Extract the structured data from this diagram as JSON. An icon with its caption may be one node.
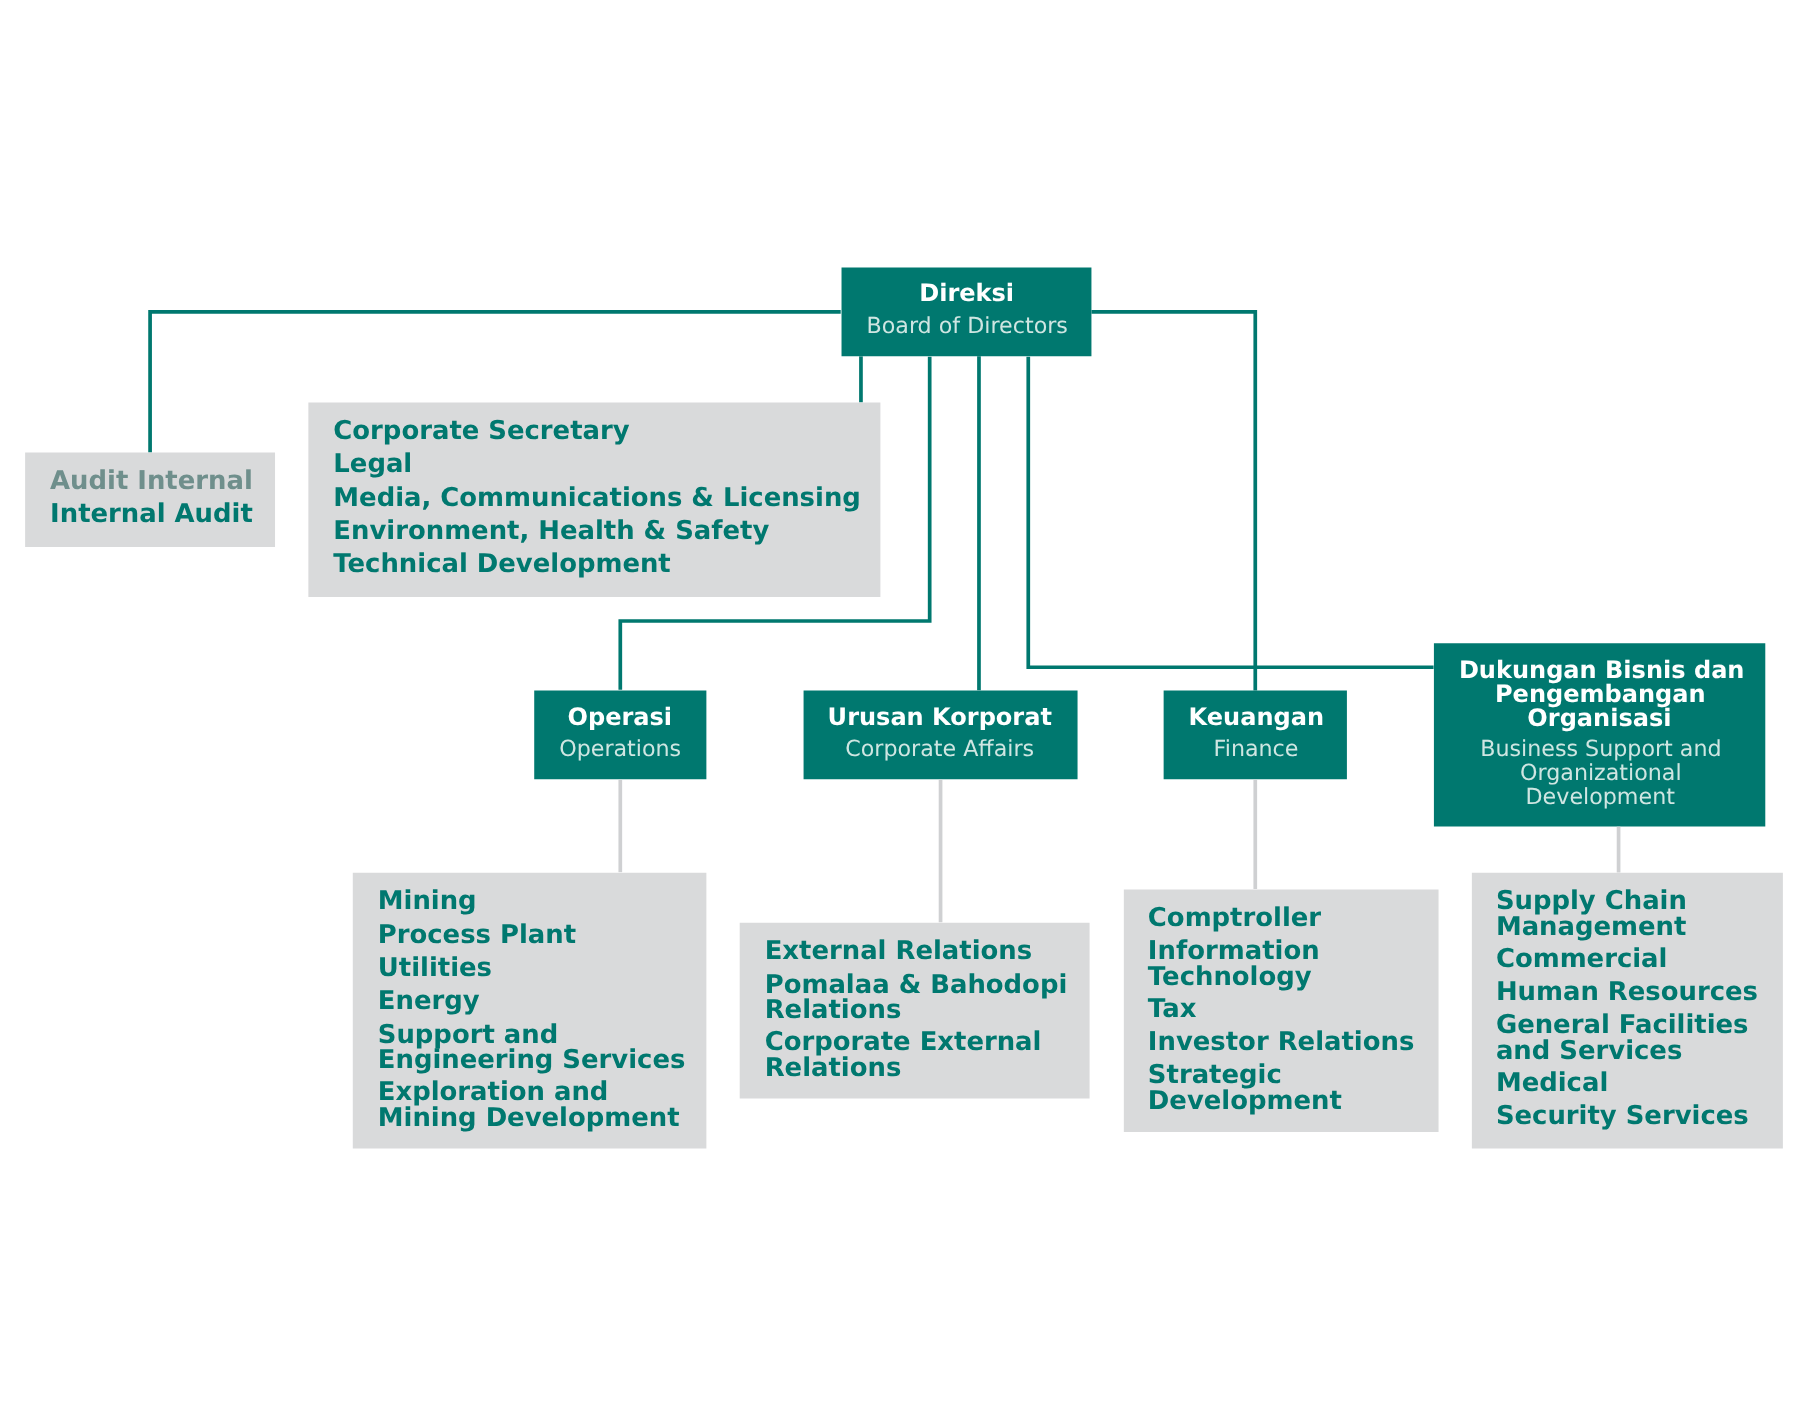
{
  "diagram": {
    "nodes": [
      {
        "text": [
          "Direksi",
          "Board of Directors"
        ]
      },
      {
        "text": [
          "Audit Internal",
          "Internal Audit"
        ]
      },
      {
        "text": [
          "Corporate Secretary",
          "Legal",
          "Media, Communications & Licensing",
          "Environment, Health & Safety",
          "Technical Development"
        ]
      },
      {
        "text": [
          "Operasi",
          "Operations"
        ]
      },
      {
        "text": [
          "Urusan Korporat",
          "Corporate Affairs"
        ]
      },
      {
        "text": [
          "Keuangan",
          "Finance"
        ]
      },
      {
        "text": [
          "Dukungan Bisnis dan Pengembangan Organisasi",
          "Business Support and Organizational Development"
        ]
      },
      {
        "text": [
          "Mining",
          "Process Plant",
          "Utilities",
          "Energy",
          "Support and Engineering Services",
          "Exploration and Mining Development"
        ]
      },
      {
        "text": [
          "External Relations",
          "Pomalaa & Bahodopi Relations",
          "Corporate External Relations"
        ]
      },
      {
        "text": [
          "Comptroller",
          "Information Technology",
          "Tax",
          "Investor Relations",
          "Strategic Development"
        ]
      },
      {
        "text": [
          "Supply Chain Management",
          "Commercial",
          "Human Resources",
          "General Facilities and Services",
          "Medical",
          "Security Services"
        ]
      }
    ],
    "edges": [
      {
        "from": 0,
        "to": 1,
        "arrow": "none"
      },
      {
        "from": 0,
        "to": 2,
        "arrow": "none"
      },
      {
        "from": 0,
        "to": 3,
        "arrow": "none"
      },
      {
        "from": 0,
        "to": 4,
        "arrow": "none"
      },
      {
        "from": 0,
        "to": 5,
        "arrow": "none"
      },
      {
        "from": 0,
        "to": 6,
        "arrow": "none"
      },
      {
        "from": 3,
        "to": 7,
        "arrow": "none",
        "color": "#cfd0d2"
      },
      {
        "from": 4,
        "to": 8,
        "arrow": "none",
        "color": "#cfd0d2"
      },
      {
        "from": 5,
        "to": 9,
        "arrow": "none",
        "color": "#cfd0d2"
      },
      {
        "from": 6,
        "to": 10,
        "arrow": "none",
        "color": "#cfd0d2"
      }
    ]
  }
}
